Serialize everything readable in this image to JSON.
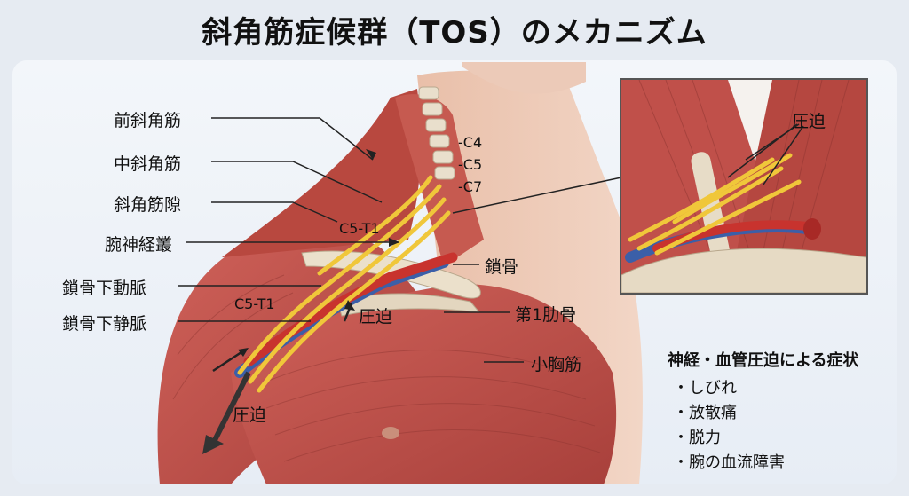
{
  "title": "斜角筋症候群（TOS）のメカニズム",
  "labels": {
    "anterior_scalene": "前斜角筋",
    "middle_scalene": "中斜角筋",
    "scalene_gap": "斜角筋隙",
    "brachial_plexus": "腕神経叢",
    "subclavian_artery": "鎖骨下動脈",
    "subclavian_vein": "鎖骨下静脈",
    "c4": "-C4",
    "c5": "-C5",
    "c7": "-C7",
    "c5t1_upper": "C5-T1",
    "c5t1_lower": "C5-T1",
    "clavicle": "鎖骨",
    "first_rib": "第1肋骨",
    "pec_minor": "小胸筋",
    "compression_center": "圧迫",
    "compression_lower": "圧迫",
    "compression_inset": "圧迫"
  },
  "symptoms": {
    "heading": "神経・血管圧迫による症状",
    "items": [
      "・しびれ",
      "・放散痛",
      "・脱力",
      "・腕の血流障害"
    ]
  },
  "colors": {
    "muscle": "#c0504a",
    "muscle_dark": "#9c3a36",
    "nerve": "#f0c73a",
    "artery": "#c8332e",
    "vein": "#3b5fa8",
    "bone": "#e8dcc8",
    "skin": "#ecc7b3"
  }
}
